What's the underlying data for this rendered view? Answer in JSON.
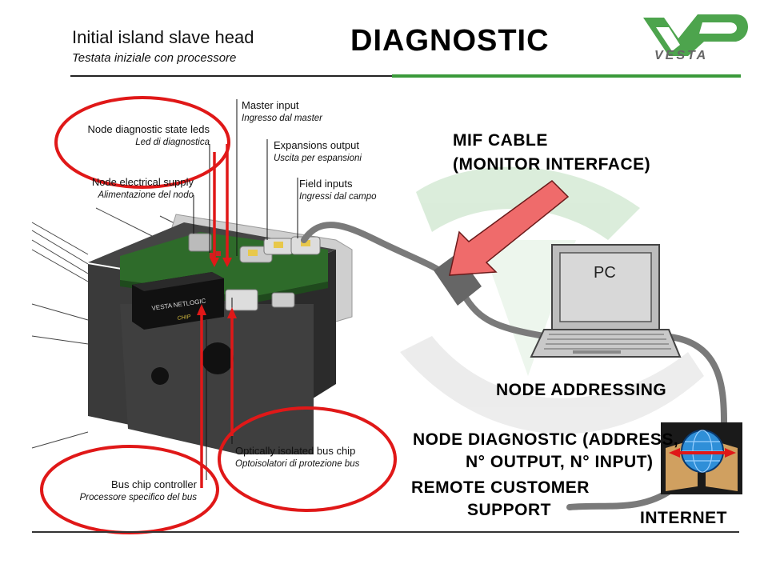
{
  "header": {
    "title_en": "Initial island slave head",
    "title_it": "Testata iniziale con processore",
    "main_title": "DIAGNOSTIC",
    "logo_text": "VESTA"
  },
  "colors": {
    "red": "#e01818",
    "green": "#3a9a3a",
    "cable": "#7a7a7a",
    "arrow": "#ef6b6b"
  },
  "callouts": {
    "diag_leds": {
      "en": "Node diagnostic state leds",
      "it": "Led di diagnostica"
    },
    "supply": {
      "en": "Node electrical supply",
      "it": "Alimentazione del nodo"
    },
    "master": {
      "en": "Master input",
      "it": "Ingresso dal master"
    },
    "expansions": {
      "en": "Expansions output",
      "it": "Uscita per espansioni"
    },
    "field": {
      "en": "Field inputs",
      "it": "Ingressi dal campo"
    },
    "opto": {
      "en": "Optically isolated bus chip",
      "it": "Optoisolatori di protezione bus"
    },
    "bus_ctrl": {
      "en": "Bus chip controller",
      "it": "Processore specifico del bus"
    }
  },
  "device": {
    "chip_label": "VESTA NETLOGIC",
    "chip_sub": "CHIP"
  },
  "labels": {
    "mif_line1": "MIF CABLE",
    "mif_line2": "(MONITOR INTERFACE)",
    "pc": "PC",
    "node_addressing": "NODE ADDRESSING",
    "node_diag_line1": "NODE DIAGNOSTIC (ADDRESS,",
    "node_diag_line2": "N° OUTPUT, N° INPUT)",
    "remote_line1": "REMOTE CUSTOMER",
    "remote_line2": "SUPPORT",
    "internet": "INTERNET"
  }
}
